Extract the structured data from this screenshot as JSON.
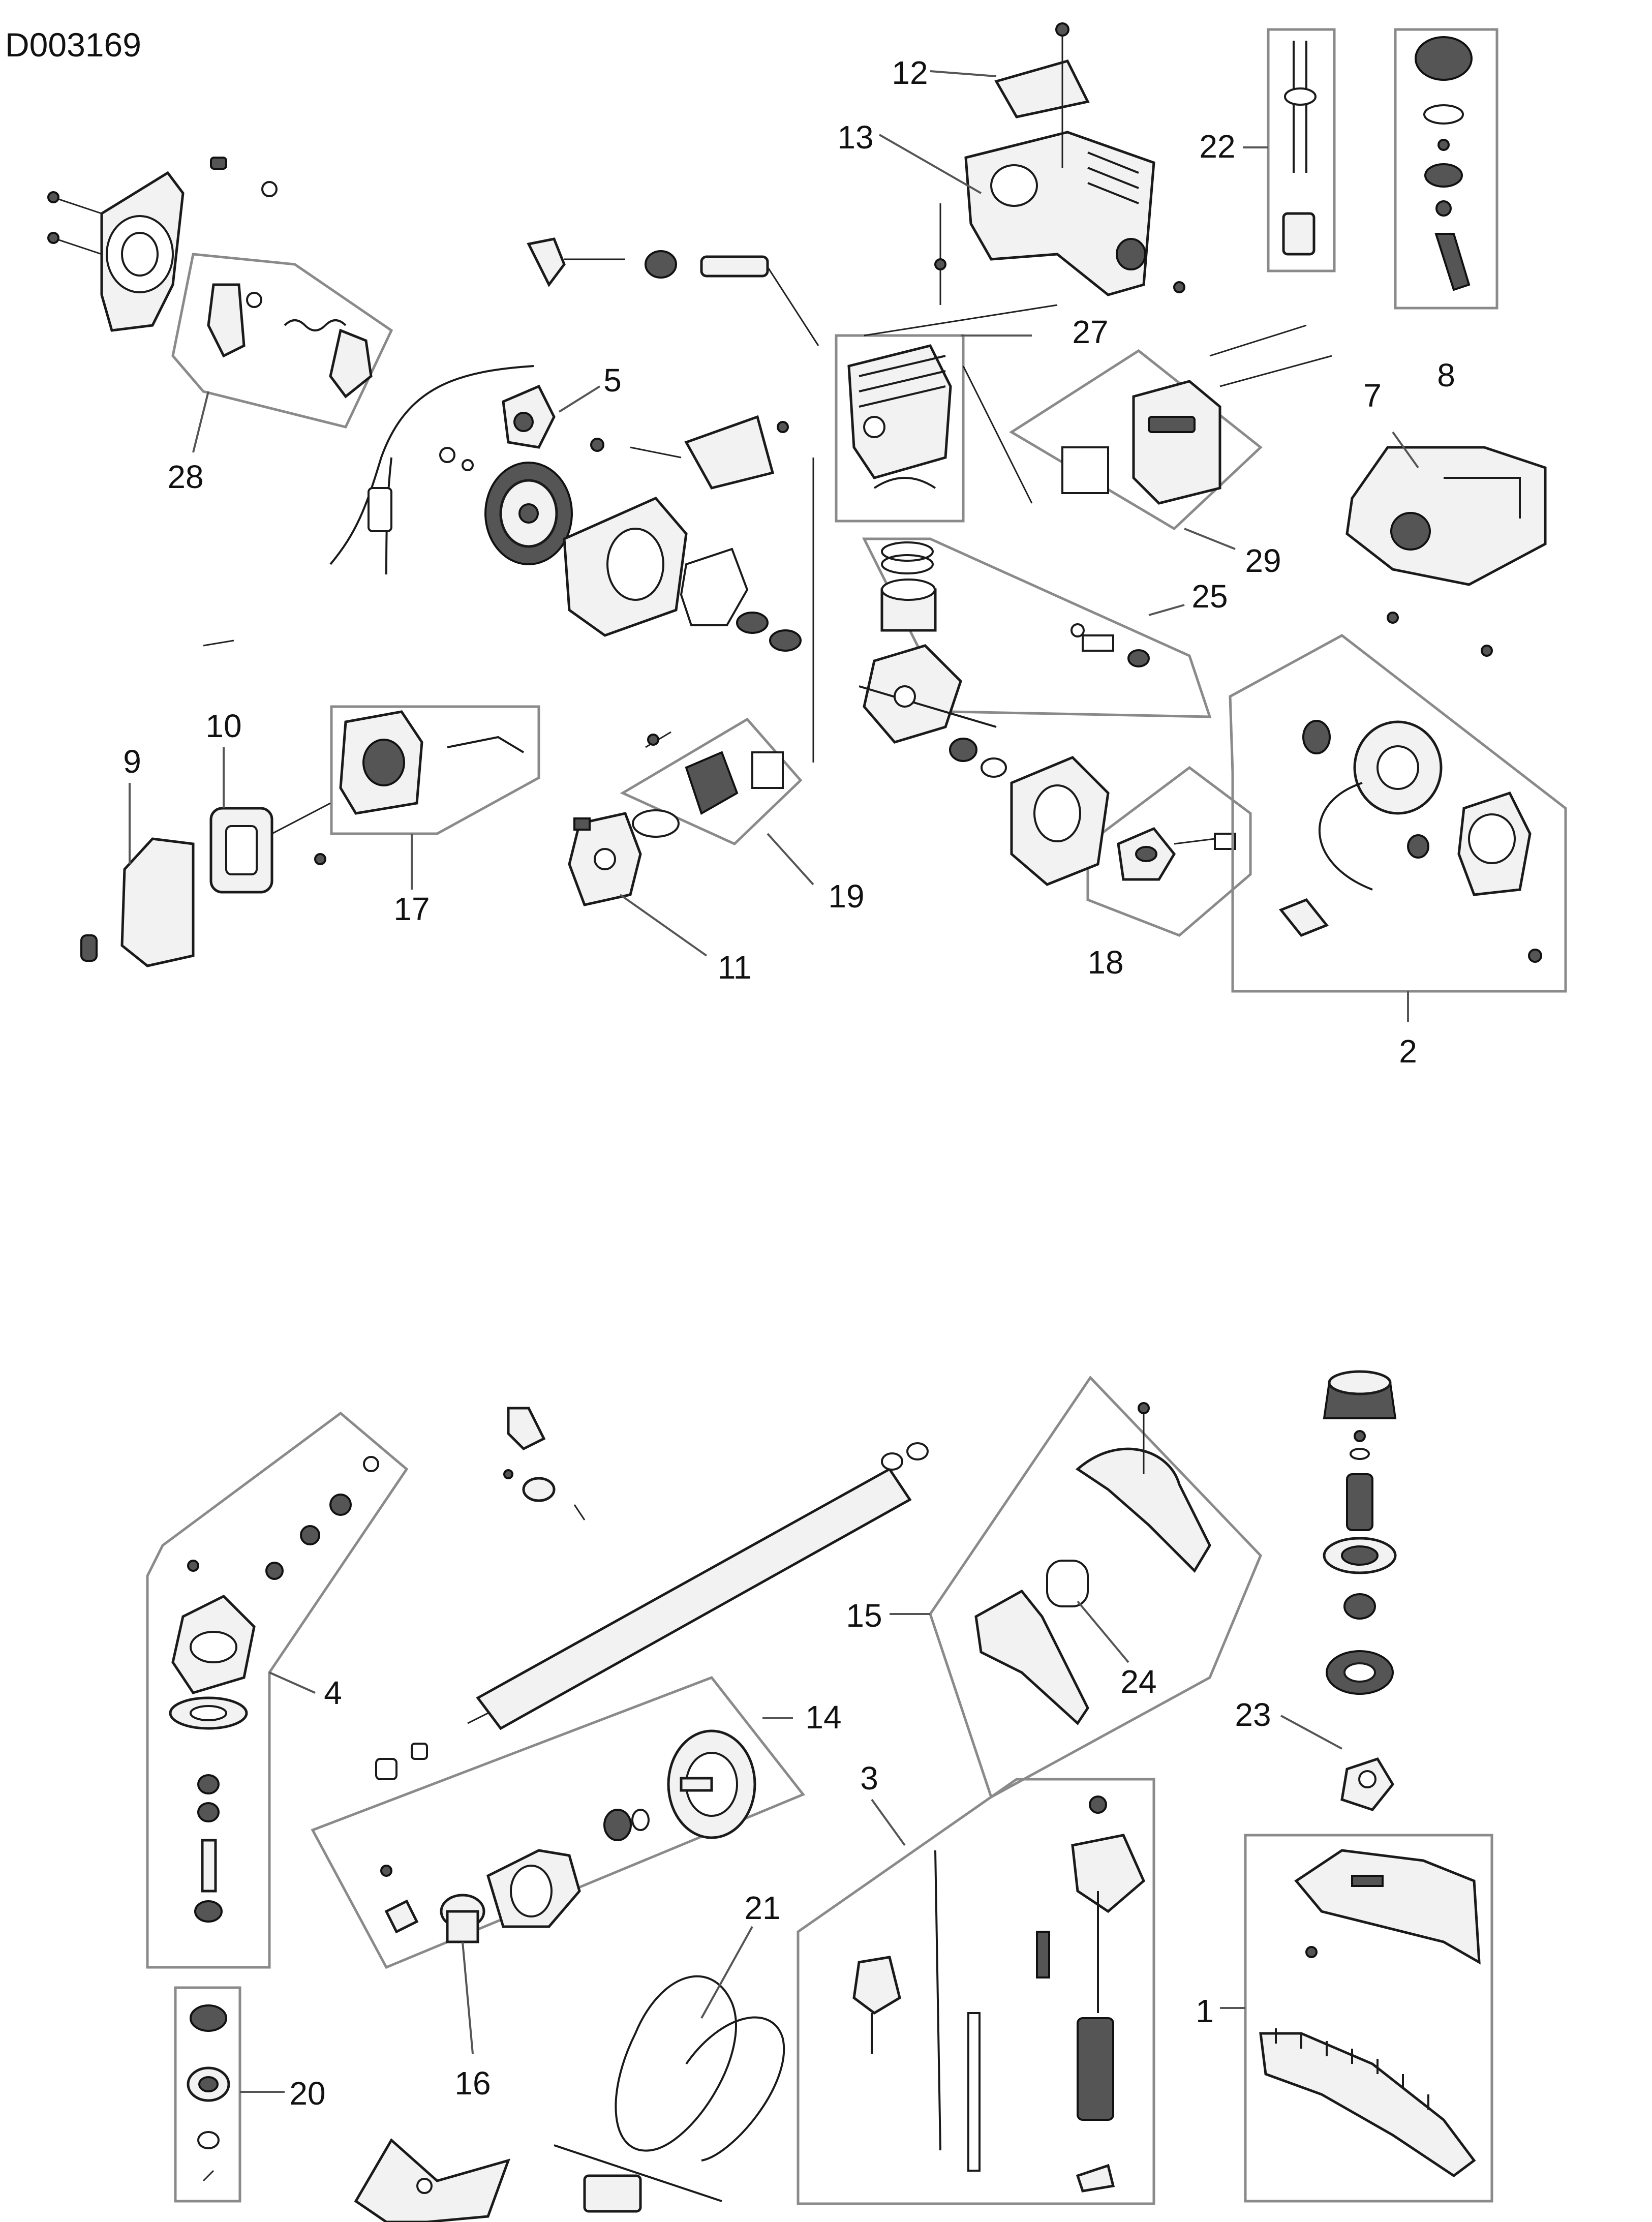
{
  "document_id": "D003169",
  "callouts": [
    {
      "id": "c1",
      "label": "1"
    },
    {
      "id": "c2",
      "label": "2"
    },
    {
      "id": "c3",
      "label": "3"
    },
    {
      "id": "c4",
      "label": "4"
    },
    {
      "id": "c5",
      "label": "5"
    },
    {
      "id": "c7",
      "label": "7"
    },
    {
      "id": "c8",
      "label": "8"
    },
    {
      "id": "c9",
      "label": "9"
    },
    {
      "id": "c10",
      "label": "10"
    },
    {
      "id": "c11",
      "label": "11"
    },
    {
      "id": "c12",
      "label": "12"
    },
    {
      "id": "c13",
      "label": "13"
    },
    {
      "id": "c14",
      "label": "14"
    },
    {
      "id": "c15",
      "label": "15"
    },
    {
      "id": "c16",
      "label": "16"
    },
    {
      "id": "c17",
      "label": "17"
    },
    {
      "id": "c18",
      "label": "18"
    },
    {
      "id": "c19",
      "label": "19"
    },
    {
      "id": "c20",
      "label": "20"
    },
    {
      "id": "c21",
      "label": "21"
    },
    {
      "id": "c22",
      "label": "22"
    },
    {
      "id": "c23",
      "label": "23"
    },
    {
      "id": "c24",
      "label": "24"
    },
    {
      "id": "c25",
      "label": "25"
    },
    {
      "id": "c27",
      "label": "27"
    },
    {
      "id": "c28",
      "label": "28"
    },
    {
      "id": "c29",
      "label": "29"
    }
  ]
}
